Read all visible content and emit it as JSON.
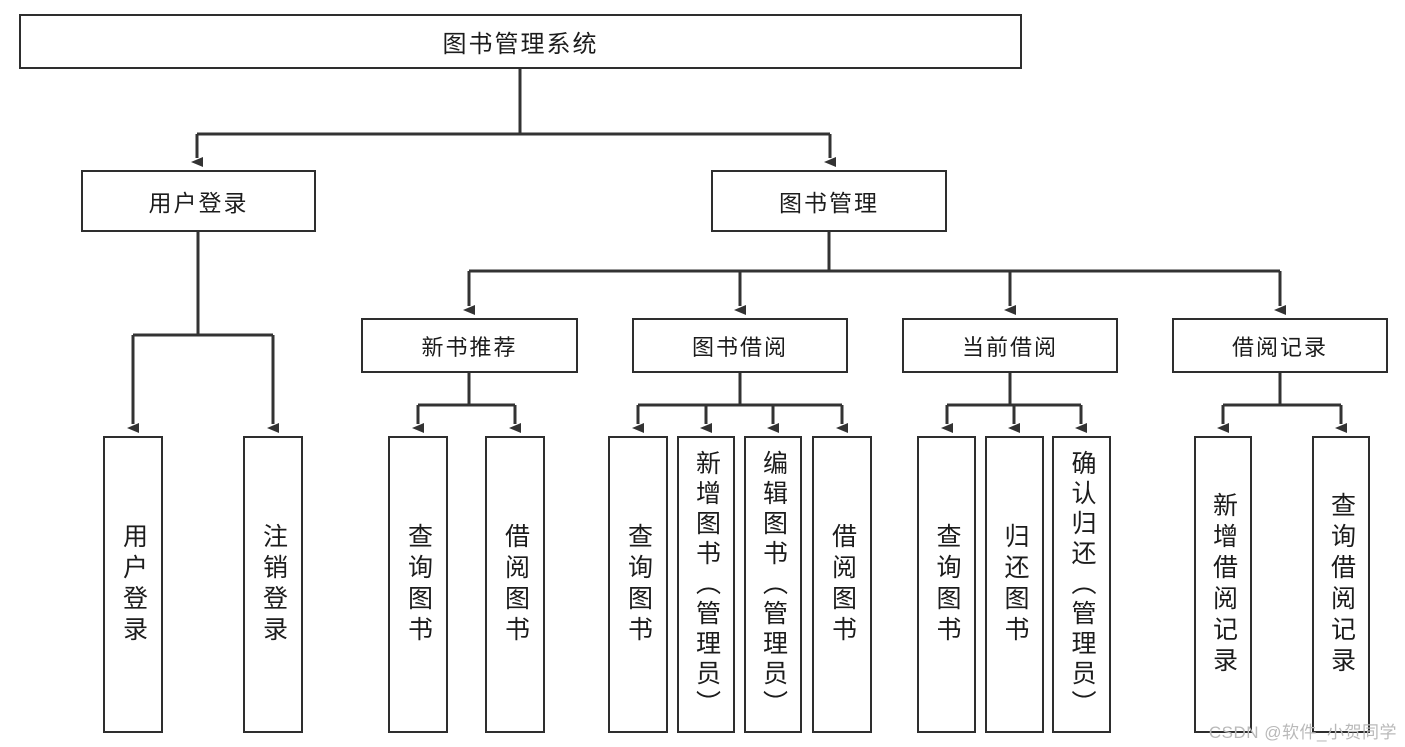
{
  "diagram": {
    "title": "图书管理系统",
    "type": "tree",
    "watermark": "CSDN @软件_小贺同学",
    "colors": {
      "box_border": "#2e2e2e",
      "box_fill": "#ffffff",
      "connector": "#333333",
      "text": "#1c1c1c",
      "watermark": "#b9b9b9"
    },
    "root": {
      "label": "图书管理系统"
    },
    "level2": [
      {
        "label": "用户登录"
      },
      {
        "label": "图书管理"
      }
    ],
    "level3": [
      {
        "label": "新书推荐"
      },
      {
        "label": "图书借阅"
      },
      {
        "label": "当前借阅"
      },
      {
        "label": "借阅记录"
      }
    ],
    "leaves": [
      {
        "label": "用户登录",
        "parent": "用户登录"
      },
      {
        "label": "注销登录",
        "parent": "用户登录"
      },
      {
        "label": "查询图书",
        "parent": "新书推荐"
      },
      {
        "label": "借阅图书",
        "parent": "新书推荐"
      },
      {
        "label": "查询图书",
        "parent": "图书借阅"
      },
      {
        "label": "新增图书（管理员）",
        "parent": "图书借阅"
      },
      {
        "label": "编辑图书（管理员）",
        "parent": "图书借阅"
      },
      {
        "label": "借阅图书",
        "parent": "图书借阅"
      },
      {
        "label": "查询图书",
        "parent": "当前借阅"
      },
      {
        "label": "归还图书",
        "parent": "当前借阅"
      },
      {
        "label": "确认归还（管理员）",
        "parent": "当前借阅"
      },
      {
        "label": "新增借阅记录",
        "parent": "借阅记录"
      },
      {
        "label": "查询借阅记录",
        "parent": "借阅记录"
      }
    ]
  }
}
